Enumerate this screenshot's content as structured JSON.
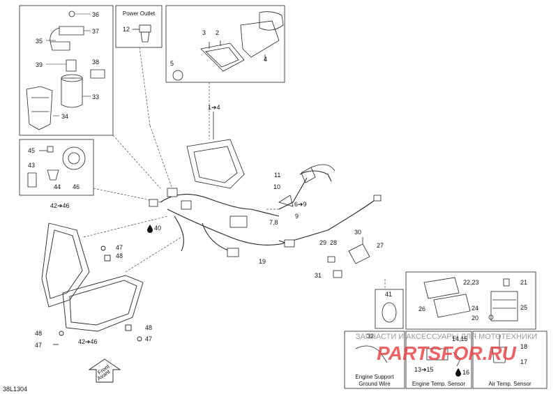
{
  "diagram": {
    "code": "38L1304",
    "boxes": {
      "power_outlet_title": "Power Outlet",
      "engine_support_title_1": "Engine Support",
      "engine_support_title_2": "Ground Wire",
      "engine_temp_title": "Engine Temp. Sensor",
      "air_temp_title": "Air Temp. Sensor"
    },
    "front_label_1": "Front",
    "front_label_2": "Avant",
    "callouts": {
      "c36": "36",
      "c37": "37",
      "c35": "35",
      "c38": "38",
      "c39": "39",
      "c33": "33",
      "c34": "34",
      "c12": "12",
      "c3": "3",
      "c2": "2",
      "c5": "5",
      "c4": "4",
      "c1_4": "1➔4",
      "c45": "45",
      "c43": "43",
      "c44": "44",
      "c46": "46",
      "c42_46_top": "42➔46",
      "c11": "11",
      "c10": "10",
      "c6_9": "6➔9",
      "c7_8": "7,8",
      "c9": "9",
      "c40": "40",
      "c47_top": "47",
      "c48_top": "48",
      "c19": "19",
      "c30": "30",
      "c29": "29",
      "c28": "28",
      "c27": "27",
      "c31": "31",
      "c41": "41",
      "c22_23": "22,23",
      "c21": "21",
      "c26": "26",
      "c24": "24",
      "c25": "25",
      "c20": "20",
      "c48_mid": "48",
      "c47_mid": "47",
      "c48_bot": "48",
      "c47_bot": "47",
      "c42_46_bot": "42➔46",
      "c32": "32",
      "c14_15": "14,15",
      "c13_15": "13➔15",
      "c16": "16",
      "c18": "18",
      "c17": "17"
    },
    "watermark_line": "ЗАПЧАСТИ И АКСЕССУАРЫ ДЛЯ МОТОТЕХНИКИ",
    "watermark_logo": "PARTSFOR.RU"
  }
}
